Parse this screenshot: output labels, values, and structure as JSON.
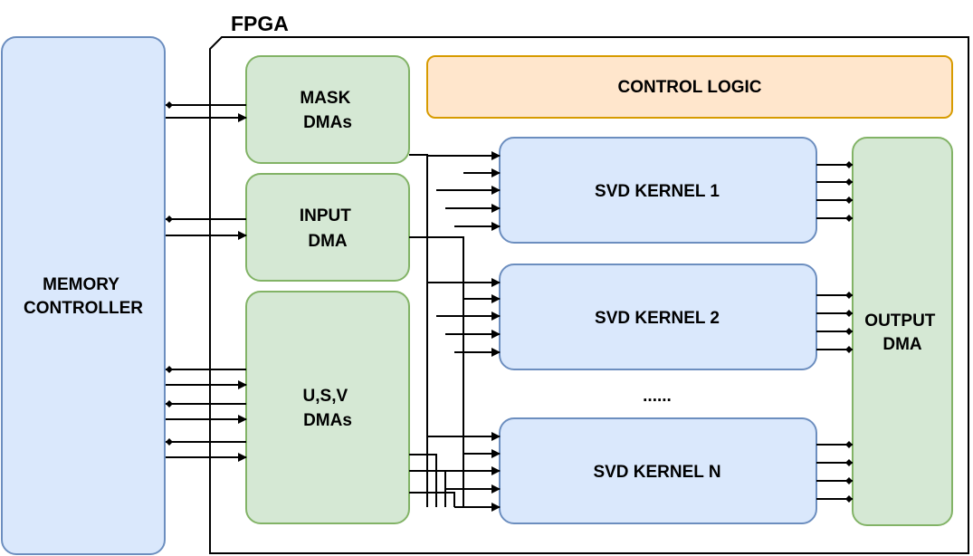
{
  "diagram": {
    "fpga_label": "FPGA",
    "memory_controller": [
      "MEMORY",
      "CONTROLLER"
    ],
    "mask_dmas": [
      "MASK",
      "DMAs"
    ],
    "input_dma": [
      "INPUT",
      "DMA"
    ],
    "usv_dmas": [
      "U,S,V",
      "DMAs"
    ],
    "control_logic": "CONTROL LOGIC",
    "kernels": [
      "SVD KERNEL 1",
      "SVD KERNEL 2",
      "SVD KERNEL N"
    ],
    "ellipsis": "......",
    "output_dma": [
      "OUTPUT",
      "DMA"
    ]
  },
  "colors": {
    "memory_fill": "#dae8fc",
    "memory_stroke": "#6c8ebf",
    "dma_fill": "#d5e8d4",
    "dma_stroke": "#82b366",
    "control_fill": "#ffe6cc",
    "control_stroke": "#d79b00",
    "kernel_fill": "#dae8fc",
    "kernel_stroke": "#6c8ebf",
    "line": "#000000"
  }
}
